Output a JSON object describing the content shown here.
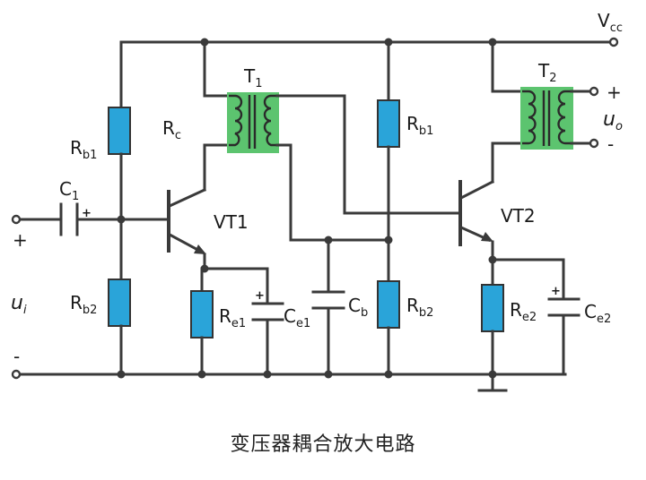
{
  "caption": "变压器耦合放大电路",
  "labels": {
    "vcc": "Vcc",
    "c1": "C1",
    "rb1_left": "Rb1",
    "rb2_left": "Rb2",
    "rc": "Rc",
    "t1": "T1",
    "t2": "T2",
    "vt1": "VT1",
    "vt2": "VT2",
    "re1": "Re1",
    "ce1": "Ce1",
    "cb": "Cb",
    "rb1_right": "Rb1",
    "rb2_right": "Rb2",
    "re2": "Re2",
    "ce2": "Ce2",
    "ui": "ui",
    "uo": "uo",
    "in_plus": "+",
    "in_minus": "-",
    "out_plus": "+",
    "out_minus": "-"
  },
  "colors": {
    "wire": "#3a3a3a",
    "resistor": "#2aa4d9",
    "transformer": "#5cc46f"
  }
}
